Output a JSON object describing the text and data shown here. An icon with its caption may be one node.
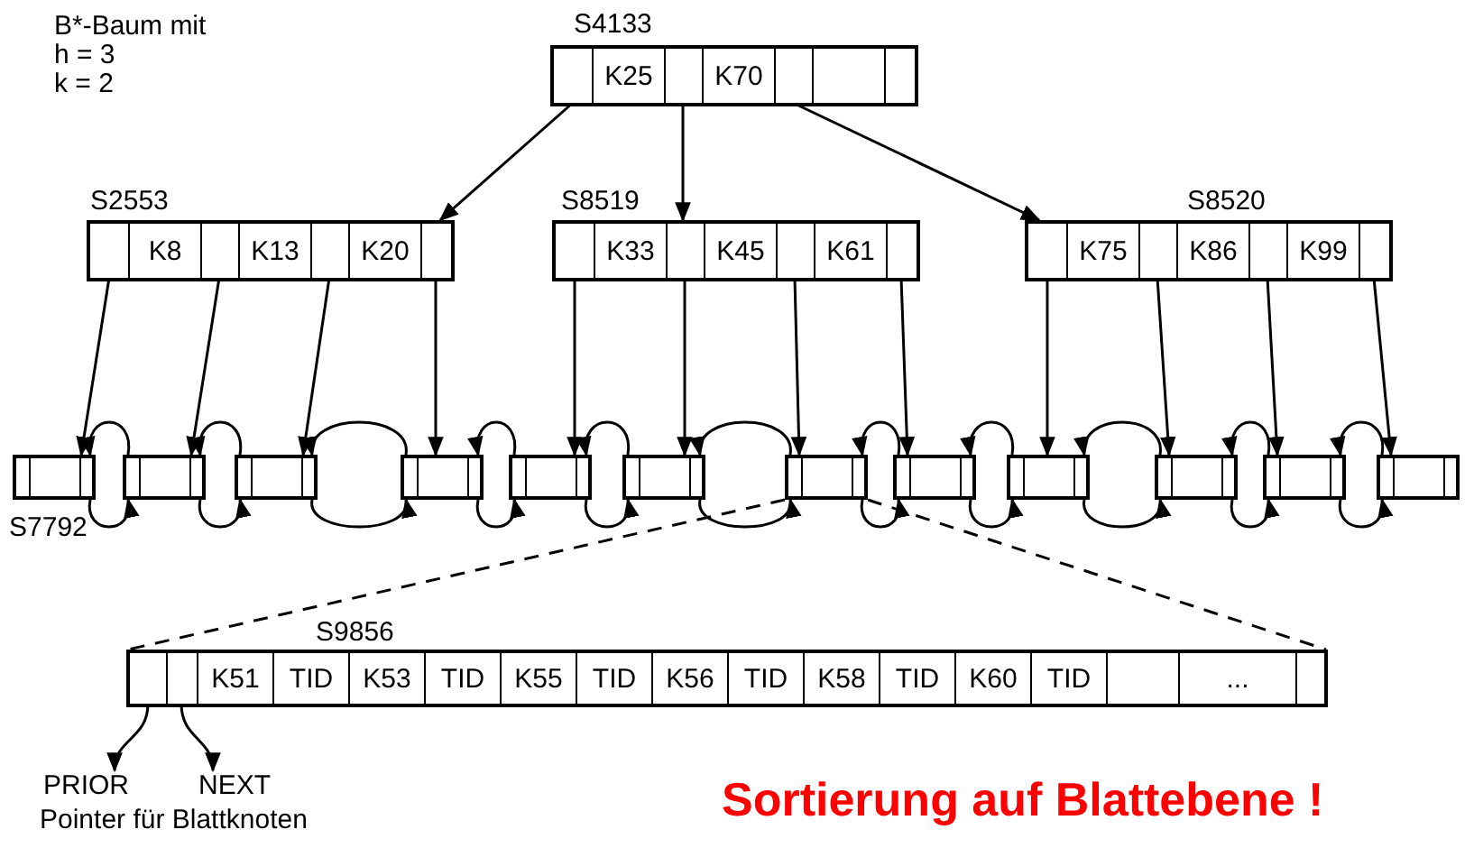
{
  "diagram": {
    "caption": "Sortierung auf Blattebene !",
    "nodes": [
      {
        "text": [
          "K25",
          "K70"
        ],
        "beside": [
          "S4133"
        ]
      },
      {
        "text": [
          "K8",
          "K13",
          "K20"
        ],
        "beside": [
          "S2553"
        ]
      },
      {
        "text": [
          "K33",
          "K45",
          "K61"
        ],
        "beside": [
          "S8519"
        ]
      },
      {
        "text": [
          "K75",
          "K86",
          "K99"
        ],
        "beside": [
          "S8520"
        ]
      },
      {
        "text": [],
        "shape": "box",
        "beside": [
          "S7792"
        ]
      },
      {
        "text": [],
        "shape": "box"
      },
      {
        "text": [],
        "shape": "box"
      },
      {
        "text": [],
        "shape": "box"
      },
      {
        "text": [],
        "shape": "box"
      },
      {
        "text": [],
        "shape": "box"
      },
      {
        "text": [],
        "shape": "box"
      },
      {
        "text": [],
        "shape": "box"
      },
      {
        "text": [],
        "shape": "box"
      },
      {
        "text": [],
        "shape": "box"
      },
      {
        "text": [],
        "shape": "box"
      },
      {
        "text": [],
        "shape": "box"
      },
      {
        "text": [
          "K51",
          "TID",
          "K53",
          "TID",
          "K55",
          "TID",
          "K56",
          "TID",
          "K58",
          "TID",
          "K60",
          "TID",
          "..."
        ],
        "beside": [
          "S9856"
        ]
      },
      {
        "text": [
          "PRIOR"
        ]
      },
      {
        "text": [
          "NEXT"
        ]
      }
    ],
    "edges": [
      {
        "from": 0,
        "to": 1,
        "arrow": "to"
      },
      {
        "from": 0,
        "to": 2,
        "arrow": "to"
      },
      {
        "from": 0,
        "to": 3,
        "arrow": "to"
      },
      {
        "from": 1,
        "to": 4,
        "arrow": "to"
      },
      {
        "from": 1,
        "to": 5,
        "arrow": "to"
      },
      {
        "from": 1,
        "to": 6,
        "arrow": "to"
      },
      {
        "from": 1,
        "to": 7,
        "arrow": "to"
      },
      {
        "from": 2,
        "to": 8,
        "arrow": "to"
      },
      {
        "from": 2,
        "to": 9,
        "arrow": "to"
      },
      {
        "from": 2,
        "to": 10,
        "arrow": "to"
      },
      {
        "from": 2,
        "to": 11,
        "arrow": "to"
      },
      {
        "from": 3,
        "to": 12,
        "arrow": "to"
      },
      {
        "from": 3,
        "to": 13,
        "arrow": "to"
      },
      {
        "from": 3,
        "to": 14,
        "arrow": "to"
      },
      {
        "from": 3,
        "to": 15,
        "arrow": "to"
      },
      {
        "from": 4,
        "to": 5,
        "arrow": "to"
      },
      {
        "from": 5,
        "to": 4,
        "arrow": "to"
      },
      {
        "from": 5,
        "to": 6,
        "arrow": "to"
      },
      {
        "from": 6,
        "to": 5,
        "arrow": "to"
      },
      {
        "from": 6,
        "to": 7,
        "arrow": "to"
      },
      {
        "from": 7,
        "to": 6,
        "arrow": "to"
      },
      {
        "from": 7,
        "to": 8,
        "arrow": "to"
      },
      {
        "from": 8,
        "to": 7,
        "arrow": "to"
      },
      {
        "from": 8,
        "to": 9,
        "arrow": "to"
      },
      {
        "from": 9,
        "to": 8,
        "arrow": "to"
      },
      {
        "from": 9,
        "to": 10,
        "arrow": "to"
      },
      {
        "from": 10,
        "to": 9,
        "arrow": "to"
      },
      {
        "from": 10,
        "to": 11,
        "arrow": "to"
      },
      {
        "from": 11,
        "to": 10,
        "arrow": "to"
      },
      {
        "from": 11,
        "to": 12,
        "arrow": "to"
      },
      {
        "from": 12,
        "to": 11,
        "arrow": "to"
      },
      {
        "from": 12,
        "to": 13,
        "arrow": "to"
      },
      {
        "from": 13,
        "to": 12,
        "arrow": "to"
      },
      {
        "from": 13,
        "to": 14,
        "arrow": "to"
      },
      {
        "from": 14,
        "to": 13,
        "arrow": "to"
      },
      {
        "from": 14,
        "to": 15,
        "arrow": "to"
      },
      {
        "from": 15,
        "to": 14,
        "arrow": "to"
      },
      {
        "from": 10,
        "to": 16,
        "arrow": "none",
        "style": "dashed"
      },
      {
        "from": 10,
        "to": 16,
        "arrow": "none",
        "style": "dashed"
      },
      {
        "from": 16,
        "to": 17,
        "arrow": "to"
      },
      {
        "from": 16,
        "to": 18,
        "arrow": "to"
      }
    ],
    "labels": [
      "B*-Baum mit",
      "h = 3",
      "k = 2",
      "Pointer für Blattknoten"
    ]
  }
}
